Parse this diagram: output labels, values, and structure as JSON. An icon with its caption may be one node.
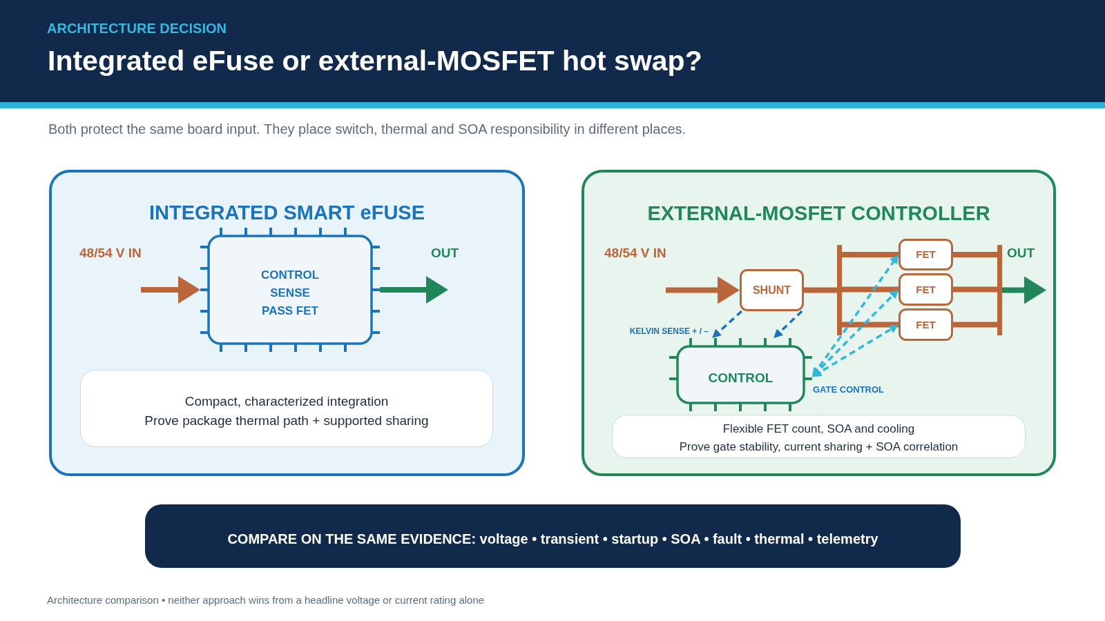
{
  "diagram": {
    "title": "Integrated eFuse or external-MOSFET hot swap?",
    "caption": "Architecture comparison • neither approach wins from a headline voltage or current rating alone",
    "nodes": [
      {
        "text": [
          "INTEGRATED SMART eFUSE"
        ]
      },
      {
        "text": [
          "CONTROL",
          "SENSE",
          "PASS FET"
        ],
        "in": 0
      },
      {
        "text": [
          "Compact, characterized integration",
          "Prove package thermal path + supported sharing"
        ],
        "in": 0
      },
      {
        "text": [
          "EXTERNAL-MOSFET CONTROLLER"
        ]
      },
      {
        "text": [
          "SHUNT"
        ],
        "in": 3
      },
      {
        "text": [],
        "shape": "bar",
        "in": 3
      },
      {
        "text": [
          "FET"
        ],
        "in": 3
      },
      {
        "text": [
          "FET"
        ],
        "in": 3
      },
      {
        "text": [
          "FET"
        ],
        "in": 3
      },
      {
        "text": [],
        "shape": "bar",
        "in": 3
      },
      {
        "text": [
          "CONTROL"
        ],
        "in": 3
      },
      {
        "text": [
          "Flexible FET count, SOA and cooling",
          "Prove gate stability, current sharing + SOA correlation"
        ],
        "in": 3
      },
      {
        "text": [
          "COMPARE ON THE SAME EVIDENCE: voltage • transient • startup • SOA • fault • thermal • telemetry"
        ]
      }
    ],
    "edges": [
      {
        "from": null,
        "to": 1,
        "arrow": "to"
      },
      {
        "from": 1,
        "to": null,
        "arrow": "to",
        "color": "#20875b"
      },
      {
        "from": null,
        "to": 4,
        "arrow": "to"
      },
      {
        "from": 4,
        "to": 5,
        "arrow": "none"
      },
      {
        "from": 5,
        "to": 6,
        "arrow": "none"
      },
      {
        "from": 5,
        "to": 7,
        "arrow": "none"
      },
      {
        "from": 5,
        "to": 8,
        "arrow": "none"
      },
      {
        "from": 6,
        "to": 9,
        "arrow": "none"
      },
      {
        "from": 7,
        "to": 9,
        "arrow": "none"
      },
      {
        "from": 8,
        "to": 9,
        "arrow": "none"
      },
      {
        "from": 9,
        "to": null,
        "arrow": "to",
        "color": "#20875b"
      },
      {
        "from": 4,
        "to": 10,
        "arrow": "to",
        "style": "dashed",
        "color": "#1b72bb"
      },
      {
        "from": 4,
        "to": 10,
        "arrow": "to",
        "style": "dashed",
        "color": "#1b72bb"
      },
      {
        "from": 10,
        "to": 6,
        "arrow": "both",
        "style": "dashed",
        "color": "#33b6dc"
      },
      {
        "from": 10,
        "to": 7,
        "arrow": "both",
        "style": "dashed",
        "color": "#33b6dc"
      },
      {
        "from": 10,
        "to": 8,
        "arrow": "both",
        "style": "dashed",
        "color": "#33b6dc"
      }
    ],
    "labels": [
      "ARCHITECTURE DECISION",
      "Both protect the same board input. They place switch, thermal and SOA responsibility in different places.",
      "48/54 V IN",
      "OUT",
      "48/54 V IN",
      "OUT",
      "KELVIN SENSE + / –",
      "GATE CONTROL"
    ]
  }
}
